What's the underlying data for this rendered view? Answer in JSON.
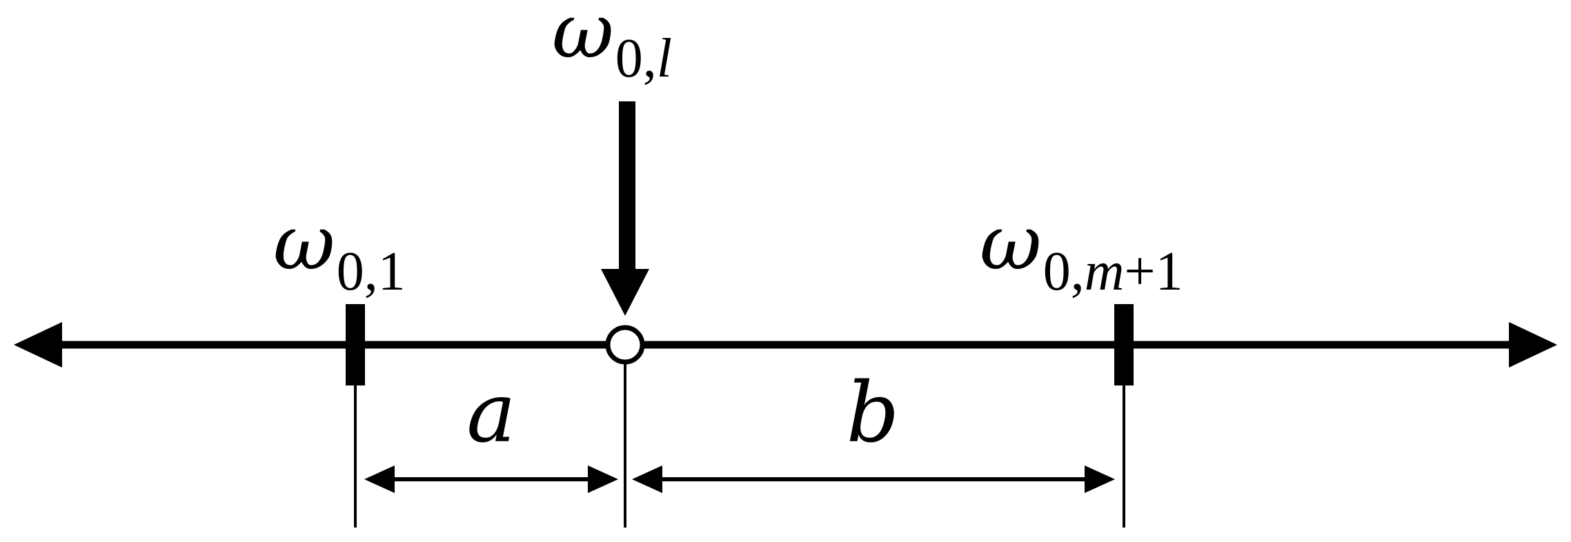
{
  "diagram": {
    "point_left": {
      "symbol": "ω",
      "sub_index": "0,1"
    },
    "point_mid": {
      "symbol": "ω",
      "sub_index_prefix": "0,",
      "sub_index_var": "l"
    },
    "point_right": {
      "symbol": "ω",
      "sub_index_prefix": "0,",
      "sub_index_var": "m",
      "sub_index_suffix": "+1"
    },
    "distance_left_label": "a",
    "distance_right_label": "b",
    "colors": {
      "line": "#000000",
      "open_point_fill": "#ffffff"
    }
  }
}
